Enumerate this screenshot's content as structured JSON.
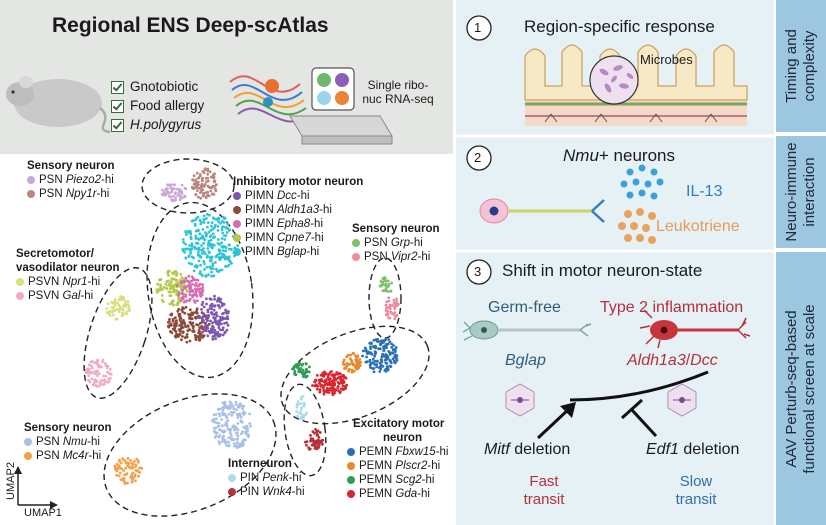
{
  "title": "Regional ENS Deep-scAtlas",
  "conditions": [
    "Gnotobiotic",
    "Food allergy",
    "H.polygyrus"
  ],
  "seq_label": "Single ribo-nuc RNA-seq",
  "clusters": {
    "sensory_top": {
      "heading": "Sensory neuron",
      "items": [
        {
          "prefix": "PSN ",
          "gene": "Piezo2",
          "suffix": "-hi",
          "color": "#c9a7d8"
        },
        {
          "prefix": "PSN ",
          "gene": "Npy1r",
          "suffix": "-hi",
          "color": "#b98580"
        }
      ]
    },
    "secretomotor": {
      "heading1": "Secretomotor/",
      "heading2": "vasodilator neuron",
      "items": [
        {
          "prefix": "PSVN ",
          "gene": "Npr1",
          "suffix": "-hi",
          "color": "#d7df7e"
        },
        {
          "prefix": "PSVN ",
          "gene": "Gal",
          "suffix": "-hi",
          "color": "#f2a9c4"
        }
      ]
    },
    "inhibitory": {
      "heading": "Inhibitory motor neuron",
      "items": [
        {
          "prefix": "PIMN ",
          "gene": "Dcc",
          "suffix": "-hi",
          "color": "#7e57b0"
        },
        {
          "prefix": "PIMN ",
          "gene": "Aldh1a3",
          "suffix": "-hi",
          "color": "#8b4a3a"
        },
        {
          "prefix": "PIMN ",
          "gene": "Epha8",
          "suffix": "-hi",
          "color": "#d66bb5"
        },
        {
          "prefix": "PIMN ",
          "gene": "Cpne7",
          "suffix": "-hi",
          "color": "#b3c94a"
        },
        {
          "prefix": "PIMN ",
          "gene": "Bglap",
          "suffix": "-hi",
          "color": "#2ec4d6"
        }
      ]
    },
    "sensory_right": {
      "heading": "Sensory neuron",
      "items": [
        {
          "prefix": "PSN ",
          "gene": "Grp",
          "suffix": "-hi",
          "color": "#7fbf6a"
        },
        {
          "prefix": "PSN ",
          "gene": "Vipr2",
          "suffix": "-hi",
          "color": "#f08a9a"
        }
      ]
    },
    "sensory_bottom": {
      "heading": "Sensory neuron",
      "items": [
        {
          "prefix": "PSN ",
          "gene": "Nmu",
          "suffix": "-hi",
          "color": "#a9c0e6"
        },
        {
          "prefix": "PSN ",
          "gene": "Mc4r",
          "suffix": "-hi",
          "color": "#f4a24a"
        }
      ]
    },
    "interneuron": {
      "heading": "Interneuron",
      "items": [
        {
          "prefix": "PIN ",
          "gene": "Penk",
          "suffix": "-hi",
          "color": "#a8dde6"
        },
        {
          "prefix": "PIN ",
          "gene": "Wnk4",
          "suffix": "-hi",
          "color": "#b5303a"
        }
      ]
    },
    "excitatory": {
      "heading1": "Excitatory motor",
      "heading2": "neuron",
      "items": [
        {
          "prefix": "PEMN ",
          "gene": "Fbxw15",
          "suffix": "-hi",
          "color": "#2b6fb8"
        },
        {
          "prefix": "PEMN ",
          "gene": "Plscr2",
          "suffix": "-hi",
          "color": "#e88a2e"
        },
        {
          "prefix": "PEMN ",
          "gene": "Scg2",
          "suffix": "-hi",
          "color": "#2e9e54"
        },
        {
          "prefix": "PEMN ",
          "gene": "Gda",
          "suffix": "-hi",
          "color": "#d8262e"
        }
      ]
    }
  },
  "axes": {
    "x": "UMAP1",
    "y": "UMAP2"
  },
  "panel1": {
    "num": "1",
    "title": "Region-specific response",
    "microbes": "Microbes"
  },
  "panel2": {
    "num": "2",
    "title_italic": "Nmu",
    "title_rest": "+ neurons",
    "il13": "IL-13",
    "leuko": "Leukotriene"
  },
  "panel3": {
    "num": "3",
    "title": "Shift in motor neuron-state",
    "germ_free": "Germ-free",
    "type2": "Type 2 inflammation",
    "bglap": "Bglap",
    "aldh": "Aldh1a3",
    "sep": "/",
    "dcc": "Dcc",
    "mitf": "Mitf",
    "edf1": "Edf1",
    "deletion": " deletion",
    "fast": "Fast",
    "slow": "Slow",
    "transit": "transit"
  },
  "side": {
    "s1a": "Timing and",
    "s1b": "complexity",
    "s2a": "Neuro-immune",
    "s2b": "interaction",
    "s3a": "AAV Perturb-seq-based",
    "s3b": "functional screen at scale"
  }
}
